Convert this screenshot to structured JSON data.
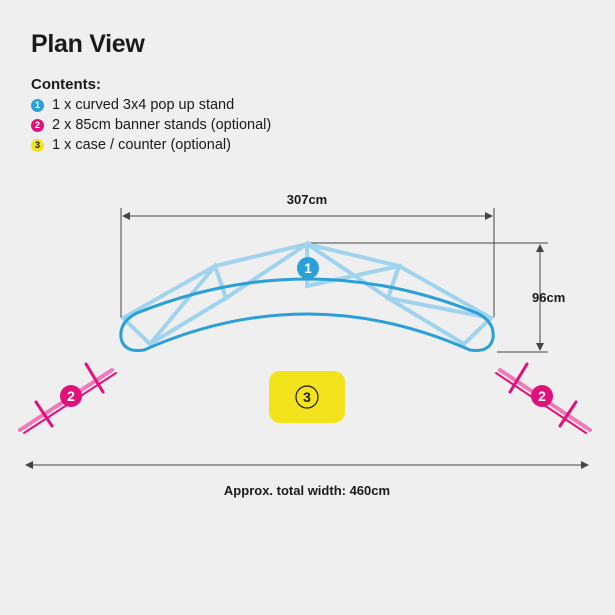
{
  "title": "Plan View",
  "contents": {
    "heading": "Contents:",
    "items": [
      {
        "number": "1",
        "text": "1 x curved 3x4 pop up stand",
        "color": "#2a9fd8",
        "text_color": "#ffffff"
      },
      {
        "number": "2",
        "text": "2 x 85cm banner stands (optional)",
        "color": "#e0117a",
        "text_color": "#ffffff"
      },
      {
        "number": "3",
        "text": "1 x case / counter (optional)",
        "color": "#f2e31c",
        "text_color": "#1a1a1a"
      }
    ]
  },
  "dimensions": {
    "width": "307cm",
    "depth": "96cm",
    "total": "Approx. total width: 460cm"
  },
  "markers": {
    "stand": "1",
    "banner_left": "2",
    "banner_right": "2",
    "counter": "3"
  },
  "colors": {
    "stand_outline": "#2a9fd8",
    "stand_frame": "#9fd3ee",
    "banner": "#e0117a",
    "banner_light": "#f07ab8",
    "counter": "#f2e31c",
    "dimension_line": "#444444"
  }
}
